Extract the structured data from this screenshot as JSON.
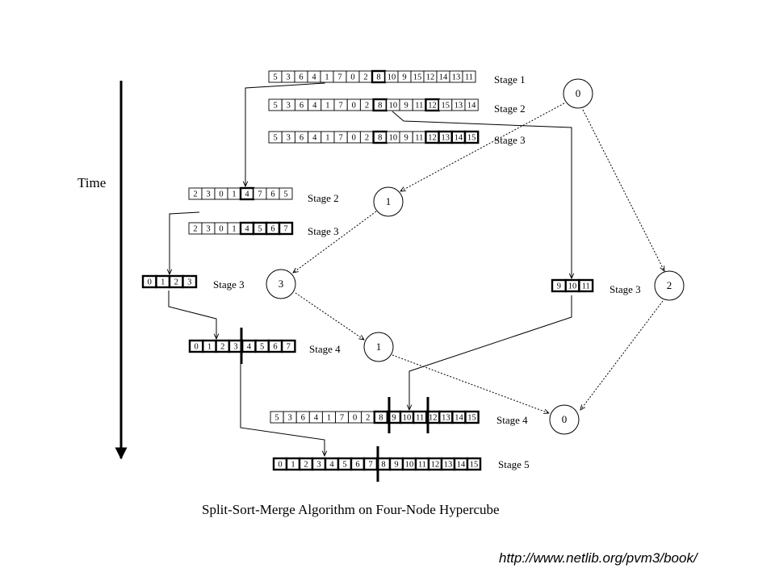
{
  "time_label": "Time",
  "caption": "Split-Sort-Merge Algorithm on Four-Node Hypercube",
  "source_url": "http://www.netlib.org/pvm3/book/",
  "arrays": [
    {
      "id": "top-s1",
      "values": [
        "5",
        "3",
        "6",
        "4",
        "1",
        "7",
        "0",
        "2",
        "8",
        "10",
        "9",
        "15",
        "12",
        "14",
        "13",
        "11"
      ],
      "bold": [
        8
      ],
      "label": "Stage 1"
    },
    {
      "id": "top-s2",
      "values": [
        "5",
        "3",
        "6",
        "4",
        "1",
        "7",
        "0",
        "2",
        "8",
        "10",
        "9",
        "11",
        "12",
        "15",
        "13",
        "14"
      ],
      "bold": [
        8,
        12
      ],
      "label": "Stage 2"
    },
    {
      "id": "top-s3",
      "values": [
        "5",
        "3",
        "6",
        "4",
        "1",
        "7",
        "0",
        "2",
        "8",
        "10",
        "9",
        "11",
        "12",
        "13",
        "14",
        "15"
      ],
      "bold": [
        8,
        12,
        13,
        14,
        15
      ],
      "label": "Stage 3"
    },
    {
      "id": "left-s2",
      "values": [
        "2",
        "3",
        "0",
        "1",
        "4",
        "7",
        "6",
        "5"
      ],
      "bold": [
        4
      ],
      "label": "Stage 2"
    },
    {
      "id": "left-s3",
      "values": [
        "2",
        "3",
        "0",
        "1",
        "4",
        "5",
        "6",
        "7"
      ],
      "bold": [
        4,
        5,
        6,
        7
      ],
      "label": "Stage 3"
    },
    {
      "id": "left-q",
      "values": [
        "0",
        "1",
        "2",
        "3"
      ],
      "bold": [
        0,
        1,
        2,
        3
      ],
      "label": "Stage 3"
    },
    {
      "id": "right-q",
      "values": [
        "9",
        "10",
        "11"
      ],
      "bold": [
        0,
        1,
        2
      ],
      "label": "Stage 3"
    },
    {
      "id": "left-s4",
      "values": [
        "0",
        "1",
        "2",
        "3",
        "4",
        "5",
        "6",
        "7"
      ],
      "bold": [
        0,
        1,
        2,
        3,
        4,
        5,
        6,
        7
      ],
      "label": "Stage 4"
    },
    {
      "id": "bottom-s4",
      "values": [
        "5",
        "3",
        "6",
        "4",
        "1",
        "7",
        "0",
        "2",
        "8",
        "9",
        "10",
        "11",
        "12",
        "13",
        "14",
        "15"
      ],
      "bold": [
        8,
        9,
        10,
        11,
        12,
        13,
        14,
        15
      ],
      "label": "Stage 4"
    },
    {
      "id": "bottom-s5",
      "values": [
        "0",
        "1",
        "2",
        "3",
        "4",
        "5",
        "6",
        "7",
        "8",
        "9",
        "10",
        "11",
        "12",
        "13",
        "14",
        "15"
      ],
      "bold": [
        0,
        1,
        2,
        3,
        4,
        5,
        6,
        7,
        8,
        9,
        10,
        11,
        12,
        13,
        14,
        15
      ],
      "label": "Stage 5"
    }
  ],
  "nodes": [
    {
      "id": "n0-top",
      "label": "0"
    },
    {
      "id": "n1-a",
      "label": "1"
    },
    {
      "id": "n3",
      "label": "3"
    },
    {
      "id": "n1-b",
      "label": "1"
    },
    {
      "id": "n2",
      "label": "2"
    },
    {
      "id": "n0-bottom",
      "label": "0"
    }
  ]
}
